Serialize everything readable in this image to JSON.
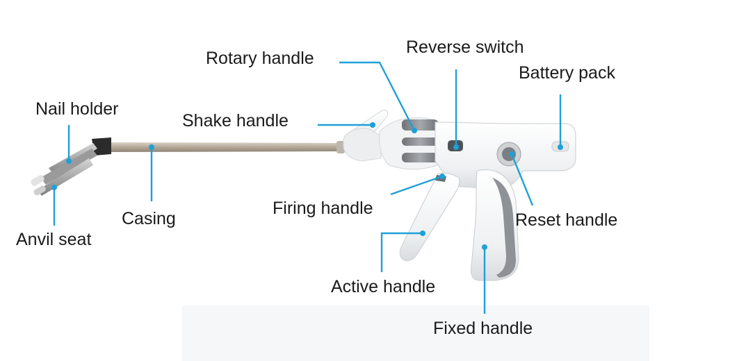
{
  "labels": {
    "rotary_handle": "Rotary handle",
    "reverse_switch": "Reverse switch",
    "battery_pack": "Battery pack",
    "nail_holder": "Nail holder",
    "shake_handle": "Shake handle",
    "firing_handle": "Firing handle",
    "reset_handle": "Reset handle",
    "casing": "Casing",
    "anvil_seat": "Anvil seat",
    "active_handle": "Active handle",
    "fixed_handle": "Fixed handle"
  },
  "colors": {
    "leader_line": "#1ea0d8",
    "device_body": "#f4f5f6",
    "device_grey": "#8d9196",
    "shaft": "#b7ab9c",
    "text": "#1a1a1a"
  }
}
